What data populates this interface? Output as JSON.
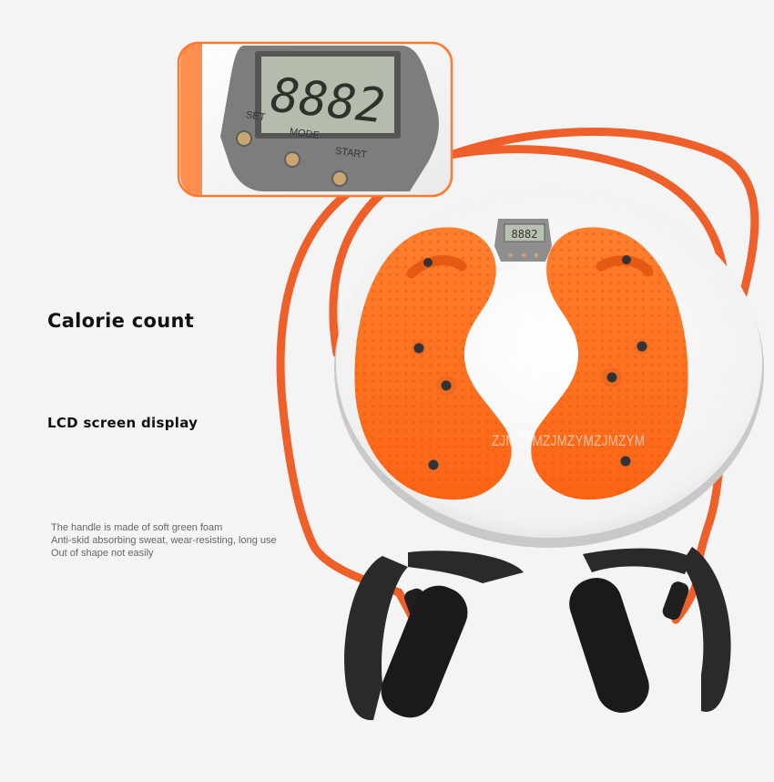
{
  "headings": {
    "calorie": "Calorie count",
    "lcd": "LCD screen display"
  },
  "features": [
    "The handle is made of soft green foam",
    "Anti-skid absorbing sweat, wear-resisting, long use",
    "Out of shape not easily"
  ],
  "lcd": {
    "reading": "8882",
    "buttons": {
      "set": "SET",
      "mode": "MODE",
      "start": "START"
    }
  },
  "watermark": "ZJMZYMZJMZYMZJMZYM",
  "colors": {
    "accent_orange": "#ff6a1a",
    "tube_orange": "#f0602a",
    "disc_white": "#f8f8f8",
    "handle_black": "#1c1c1c"
  }
}
